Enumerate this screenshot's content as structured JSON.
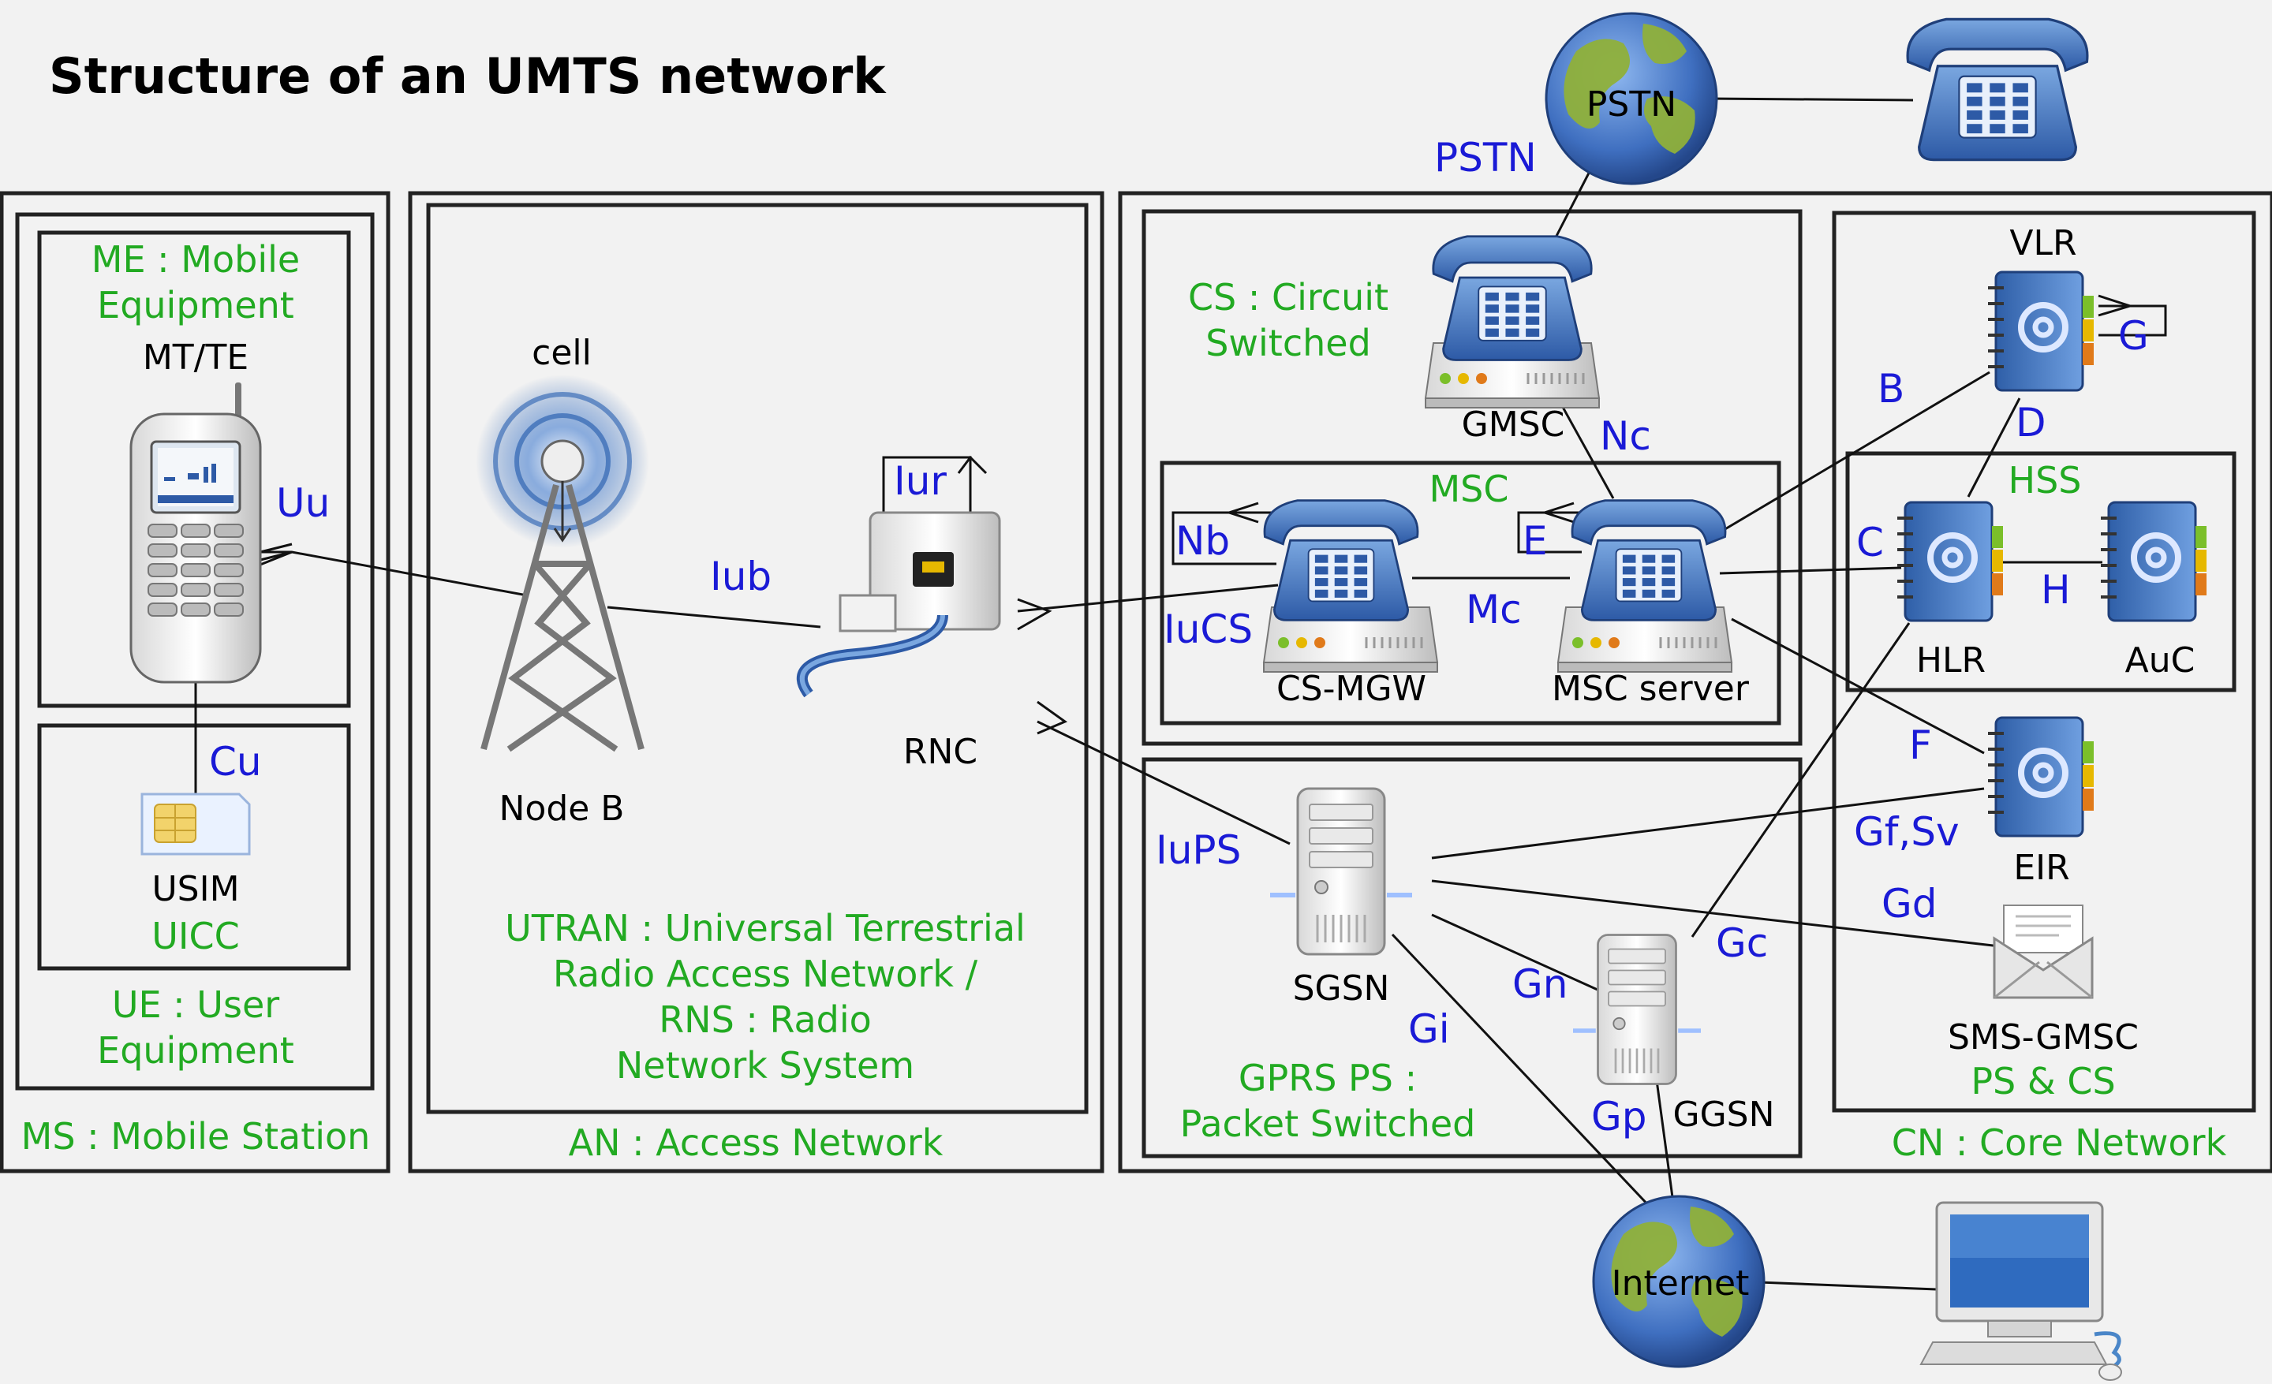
{
  "title": "Structure of an UMTS network",
  "domains": {
    "ms": "MS : Mobile Station",
    "ue": [
      "UE : User",
      "Equipment"
    ],
    "me": [
      "ME : Mobile",
      "Equipment"
    ],
    "an": "AN : Access Network",
    "utran": [
      "UTRAN : Universal Terrestrial",
      "Radio Access Network /",
      "RNS : Radio",
      "Network System"
    ],
    "cs": [
      "CS : Circuit",
      "Switched"
    ],
    "msc": "MSC",
    "gprs": [
      "GPRS PS :",
      "Packet Switched"
    ],
    "hss": "HSS",
    "cn": "CN : Core Network",
    "ps_cs": "PS & CS",
    "uicc": "UICC"
  },
  "nodes": {
    "mt_te": "MT/TE",
    "usim": "USIM",
    "cell": "cell",
    "node_b": "Node B",
    "rnc": "RNC",
    "gmsc": "GMSC",
    "cs_mgw": "CS-MGW",
    "msc_server": "MSC server",
    "sgsn": "SGSN",
    "ggsn": "GGSN",
    "vlr": "VLR",
    "hlr": "HLR",
    "auc": "AuC",
    "eir": "EIR",
    "sms_gmsc": "SMS-GMSC",
    "pstn": "PSTN",
    "internet": "Internet"
  },
  "interfaces": {
    "uu": "Uu",
    "cu": "Cu",
    "iub": "Iub",
    "iur": "Iur",
    "iucs": "IuCS",
    "iups": "IuPS",
    "pstn": "PSTN",
    "nc": "Nc",
    "nb": "Nb",
    "e": "E",
    "mc": "Mc",
    "b": "B",
    "d": "D",
    "g": "G",
    "c": "C",
    "h": "H",
    "f": "F",
    "gf_sv": "Gf,Sv",
    "gd": "Gd",
    "gc": "Gc",
    "gn": "Gn",
    "gi": "Gi",
    "gp": "Gp"
  },
  "colors": {
    "background": "#f2f2f2",
    "domain_label": "#22aa22",
    "interface_label": "#1a1ad6",
    "phone_blue": "#3d6fb8",
    "globe_ocean": "#3f6fc0",
    "globe_land": "#8fb03a"
  },
  "icons": [
    "mobile-phone-icon",
    "sim-card-icon",
    "radio-tower-icon",
    "network-device-icon",
    "telephone-icon",
    "server-icon",
    "address-book-icon",
    "mail-icon",
    "globe-icon",
    "computer-icon"
  ]
}
